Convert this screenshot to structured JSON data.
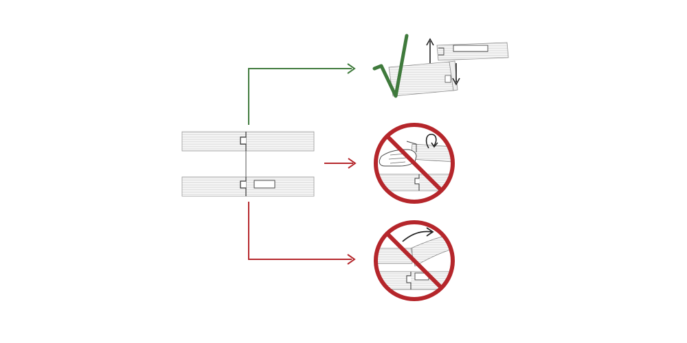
{
  "diagram": {
    "colors": {
      "correct": "#3f7a3c",
      "forbidden": "#b5262b",
      "line_art": "#777777",
      "ink": "#222222",
      "background": "#ffffff"
    },
    "source_panel": {
      "name": "two-panels-with-click-joint"
    },
    "outcomes": [
      {
        "id": "lift-and-lower",
        "status": "correct",
        "icon": "check-mark-icon"
      },
      {
        "id": "bend-upward",
        "status": "forbidden",
        "icon": "prohibited-icon"
      },
      {
        "id": "curved-panel",
        "status": "forbidden",
        "icon": "prohibited-icon"
      }
    ]
  }
}
